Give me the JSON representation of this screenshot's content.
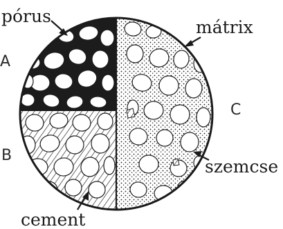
{
  "labels": {
    "porus": "pórus",
    "matrix": "mátrix",
    "szemcse": "szemcse",
    "cement": "cement"
  },
  "sections": {
    "a": "A",
    "b": "B",
    "c": "C"
  },
  "colors": {
    "ink": "#1a1a1a",
    "pore_fill": "#1c1c1c",
    "grain_fill": "#ffffff",
    "background": "#ffffff"
  }
}
